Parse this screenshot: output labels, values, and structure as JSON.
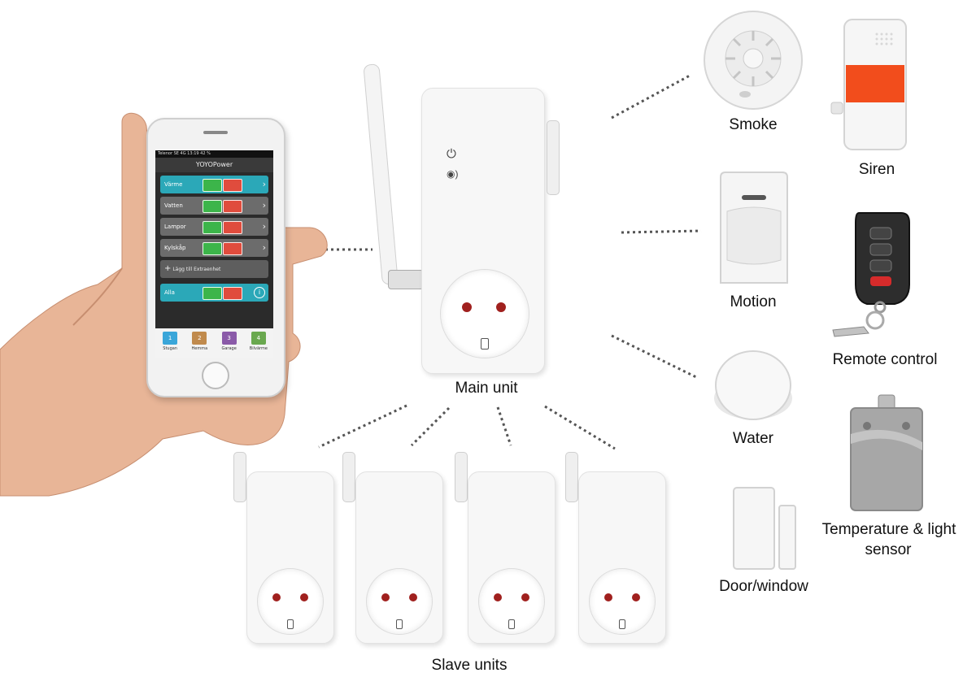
{
  "phone_app": {
    "status_bar": "Telenor SE  4G   13:19                    42 %",
    "title": "YOYOPower",
    "rows": [
      {
        "label": "Värme"
      },
      {
        "label": "Vatten"
      },
      {
        "label": "Lampor"
      },
      {
        "label": "Kylskåp"
      }
    ],
    "add_row": "Lägg till Extraenhet",
    "all_row": "Alla",
    "tabs": [
      {
        "num": "1",
        "name": "Stugan",
        "color": "#3aa6d9"
      },
      {
        "num": "2",
        "name": "Hemma",
        "color": "#c08a4d"
      },
      {
        "num": "3",
        "name": "Garage",
        "color": "#8a5aa8"
      },
      {
        "num": "4",
        "name": "Bilvärme",
        "color": "#6aa84f"
      }
    ]
  },
  "labels": {
    "main_unit": "Main unit",
    "slave_units": "Slave units",
    "smoke": "Smoke",
    "siren": "Siren",
    "motion": "Motion",
    "remote_control": "Remote control",
    "water": "Water",
    "temperature_light": "Temperature & light",
    "sensor": "sensor",
    "door_window": "Door/window"
  },
  "colors": {
    "socket_pin": "#a0201e",
    "app_teal": "#2ba8b8",
    "switch_on": "#3cb54a",
    "switch_off": "#e04c3d",
    "siren_band": "#f24d1c"
  }
}
